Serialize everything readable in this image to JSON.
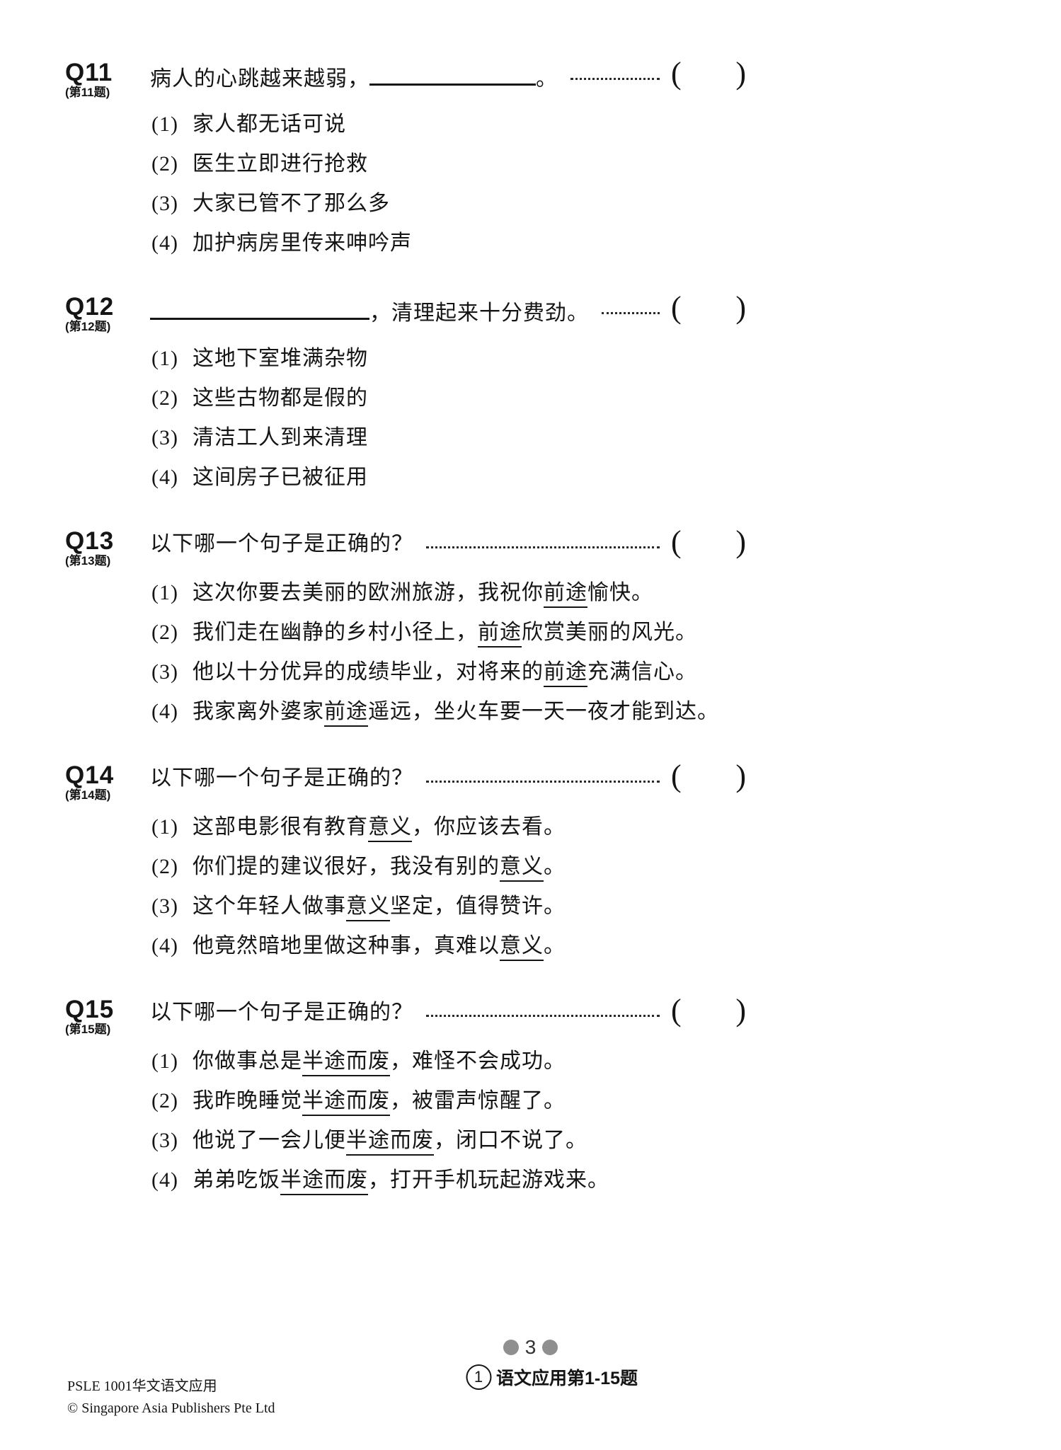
{
  "questions": [
    {
      "id": "Q11",
      "sub": "(第11题)",
      "stem_before": "病人的心跳越来越弱，",
      "stem_after": "。",
      "options": [
        {
          "num": "(1)",
          "pre": "家人都无话可说",
          "und": "",
          "post": ""
        },
        {
          "num": "(2)",
          "pre": "医生立即进行抢救",
          "und": "",
          "post": ""
        },
        {
          "num": "(3)",
          "pre": "大家已管不了那么多",
          "und": "",
          "post": ""
        },
        {
          "num": "(4)",
          "pre": "加护病房里传来呻吟声",
          "und": "",
          "post": ""
        }
      ]
    },
    {
      "id": "Q12",
      "sub": "(第12题)",
      "stem_before": "",
      "stem_after": "，清理起来十分费劲。",
      "options": [
        {
          "num": "(1)",
          "pre": "这地下室堆满杂物",
          "und": "",
          "post": ""
        },
        {
          "num": "(2)",
          "pre": "这些古物都是假的",
          "und": "",
          "post": ""
        },
        {
          "num": "(3)",
          "pre": "清洁工人到来清理",
          "und": "",
          "post": ""
        },
        {
          "num": "(4)",
          "pre": "这间房子已被征用",
          "und": "",
          "post": ""
        }
      ]
    },
    {
      "id": "Q13",
      "sub": "(第13题)",
      "stem_before": "以下哪一个句子是正确的？",
      "stem_after": "",
      "options": [
        {
          "num": "(1)",
          "pre": "这次你要去美丽的欧洲旅游，我祝你",
          "und": "前途",
          "post": "愉快。"
        },
        {
          "num": "(2)",
          "pre": "我们走在幽静的乡村小径上，",
          "und": "前途",
          "post": "欣赏美丽的风光。"
        },
        {
          "num": "(3)",
          "pre": "他以十分优异的成绩毕业，对将来的",
          "und": "前途",
          "post": "充满信心。"
        },
        {
          "num": "(4)",
          "pre": "我家离外婆家",
          "und": "前途",
          "post": "遥远，坐火车要一天一夜才能到达。"
        }
      ]
    },
    {
      "id": "Q14",
      "sub": "(第14题)",
      "stem_before": "以下哪一个句子是正确的？",
      "stem_after": "",
      "options": [
        {
          "num": "(1)",
          "pre": "这部电影很有教育",
          "und": "意义",
          "post": "，你应该去看。"
        },
        {
          "num": "(2)",
          "pre": "你们提的建议很好，我没有别的",
          "und": "意义",
          "post": "。"
        },
        {
          "num": "(3)",
          "pre": "这个年轻人做事",
          "und": "意义",
          "post": "坚定，值得赞许。"
        },
        {
          "num": "(4)",
          "pre": "他竟然暗地里做这种事，真难以",
          "und": "意义",
          "post": "。"
        }
      ]
    },
    {
      "id": "Q15",
      "sub": "(第15题)",
      "stem_before": "以下哪一个句子是正确的？",
      "stem_after": "",
      "options": [
        {
          "num": "(1)",
          "pre": "你做事总是",
          "und": "半途而废",
          "post": "，难怪不会成功。"
        },
        {
          "num": "(2)",
          "pre": "我昨晚睡觉",
          "und": "半途而废",
          "post": "，被雷声惊醒了。"
        },
        {
          "num": "(3)",
          "pre": "他说了一会儿便",
          "und": "半途而废",
          "post": "，闭口不说了。"
        },
        {
          "num": "(4)",
          "pre": "弟弟吃饭",
          "und": "半途而废",
          "post": "，打开手机玩起游戏来。"
        }
      ]
    }
  ],
  "marks": {
    "paren_open": "(",
    "paren_close": ")"
  },
  "footer": {
    "series_title": "PSLE 1001华文语文应用",
    "copyright": "© Singapore Asia Publishers Pte Ltd",
    "page_number": "3",
    "section_number": "1",
    "section_label": "语文应用第1-15题"
  }
}
